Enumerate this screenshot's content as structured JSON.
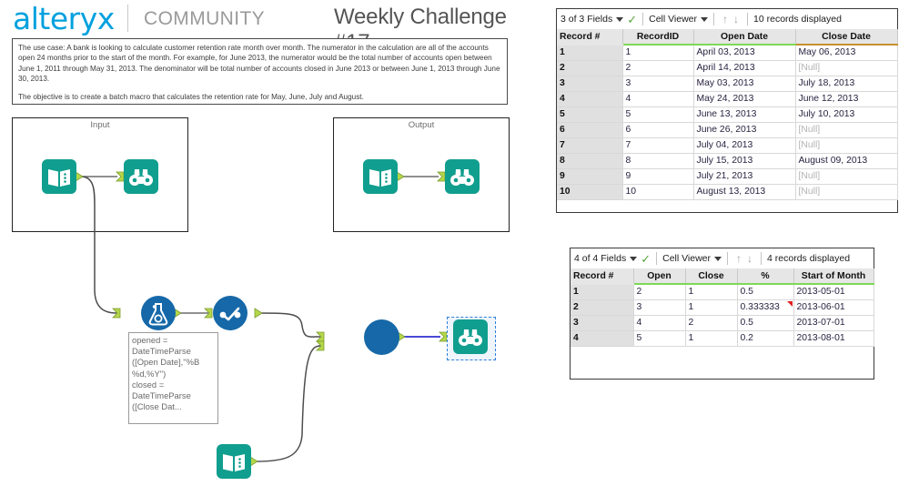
{
  "header": {
    "logo": "alteryx",
    "section": "COMMUNITY",
    "title": "Weekly Challenge #17"
  },
  "description": {
    "paragraph1": "The use case:  A bank is looking to calculate customer retention rate month over month. The numerator in the calculation are all of the accounts open 24 months prior to the start of the month. For example, for June 2013, the numerator would be the total number of accounts open between June 1, 2011 through May 31, 2013. The denominator will be total number of accounts closed in June 2013 or between June 1, 2013 through June 30, 2013.",
    "paragraph2": "The objective is to create a batch macro that calculates the retention rate for May, June, July and August."
  },
  "canvas": {
    "input_container_label": "Input",
    "output_container_label": "Output",
    "formula_annotation": "opened =\nDateTimeParse\n([Open Date],\"%B\n%d,%Y\")\nclosed =\nDateTimeParse\n([Close Dat...",
    "tool_names": {
      "input_data": "input-data-tool",
      "browse": "browse-tool",
      "formula": "formula-tool",
      "filter": "filter-tool",
      "batch_macro": "batch-macro-tool"
    },
    "colors": {
      "tool_teal": "#109e8e",
      "tool_blue": "#1668a8",
      "anchor_green": "#b5d74a",
      "wire": "#5a5a5a",
      "selected_wire": "#2f2fd0",
      "selection": "#2f80d8"
    }
  },
  "results_top": {
    "fields_label": "3 of 3 Fields",
    "viewer_label": "Cell Viewer",
    "records_label": "10 records displayed",
    "columns": [
      "Record #",
      "RecordID",
      "Open Date",
      "Close Date"
    ],
    "column_underline": [
      "none",
      "green",
      "green",
      "orange"
    ],
    "rows": [
      [
        "1",
        "1",
        "April 03, 2013",
        "May 06, 2013"
      ],
      [
        "2",
        "2",
        "April 14, 2013",
        "[Null]"
      ],
      [
        "3",
        "3",
        "May 03, 2013",
        "July 18, 2013"
      ],
      [
        "4",
        "4",
        "May 24, 2013",
        "June 12, 2013"
      ],
      [
        "5",
        "5",
        "June 13, 2013",
        "July 10, 2013"
      ],
      [
        "6",
        "6",
        "June 26, 2013",
        "[Null]"
      ],
      [
        "7",
        "7",
        "July 04, 2013",
        "[Null]"
      ],
      [
        "8",
        "8",
        "July 15, 2013",
        "August 09, 2013"
      ],
      [
        "9",
        "9",
        "July 21, 2013",
        "[Null]"
      ],
      [
        "10",
        "10",
        "August 13, 2013",
        "[Null]"
      ]
    ]
  },
  "results_bottom": {
    "fields_label": "4 of 4 Fields",
    "viewer_label": "Cell Viewer",
    "records_label": "4 records displayed",
    "columns": [
      "Record #",
      "Open",
      "Close",
      "%",
      "Start of Month"
    ],
    "column_underline": [
      "none",
      "green",
      "green",
      "green",
      "green"
    ],
    "rows": [
      [
        "1",
        "2",
        "1",
        "0.5",
        "2013-05-01"
      ],
      [
        "2",
        "3",
        "1",
        "0.333333",
        "2013-06-01"
      ],
      [
        "3",
        "4",
        "2",
        "0.5",
        "2013-07-01"
      ],
      [
        "4",
        "5",
        "1",
        "0.2",
        "2013-08-01"
      ]
    ],
    "flag_row_index": 1,
    "flag_col_index": 3
  }
}
